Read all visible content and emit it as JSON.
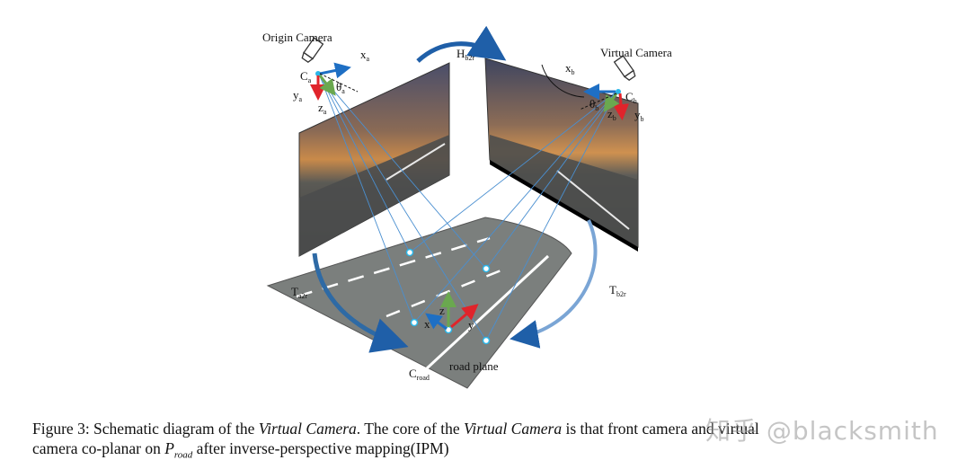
{
  "diagram": {
    "origin_camera_title": "Origin Camera",
    "virtual_camera_title": "Virtual Camera",
    "labels": {
      "ca": "C",
      "ca_sub": "a",
      "xa": "x",
      "xa_sub": "a",
      "ya": "y",
      "ya_sub": "a",
      "za": "z",
      "za_sub": "a",
      "theta_a": "θ",
      "theta_a_sub": "a",
      "cb": "C",
      "cb_sub": "b",
      "xb": "x",
      "xb_sub": "b",
      "yb": "y",
      "yb_sub": "b",
      "zb": "z",
      "zb_sub": "b",
      "theta_b": "θ",
      "theta_b_sub": "b",
      "hb2r": "H",
      "hb2r_sub": "b2r",
      "ta2r": "T",
      "ta2r_sub": "a2r",
      "tb2r": "T",
      "tb2r_sub": "b2r",
      "croad": "C",
      "croad_sub": "road",
      "road_plane": "road plane",
      "x": "x",
      "y": "y",
      "z": "z"
    },
    "colors": {
      "arrow_blue": "#1f5fa8",
      "axis_red": "#e0242b",
      "axis_green": "#6aa84f",
      "axis_blue": "#1e6fc4",
      "ray_blue": "#4a8fd0",
      "road_gray": "#7b7f7d",
      "point_cyan": "#2bb6e8"
    }
  },
  "caption": {
    "figure_label": "Figure 3: Schematic diagram of the ",
    "term1": "Virtual Camera",
    "text2": ". The core of the ",
    "term2": "Virtual Camera",
    "text3": " is that front camera and virtual",
    "text4": "camera co-planar on ",
    "math_p": "P",
    "math_sub": "road",
    "text5": " after inverse-perspective mapping(IPM)"
  },
  "watermark": "知乎 @blacksmith"
}
